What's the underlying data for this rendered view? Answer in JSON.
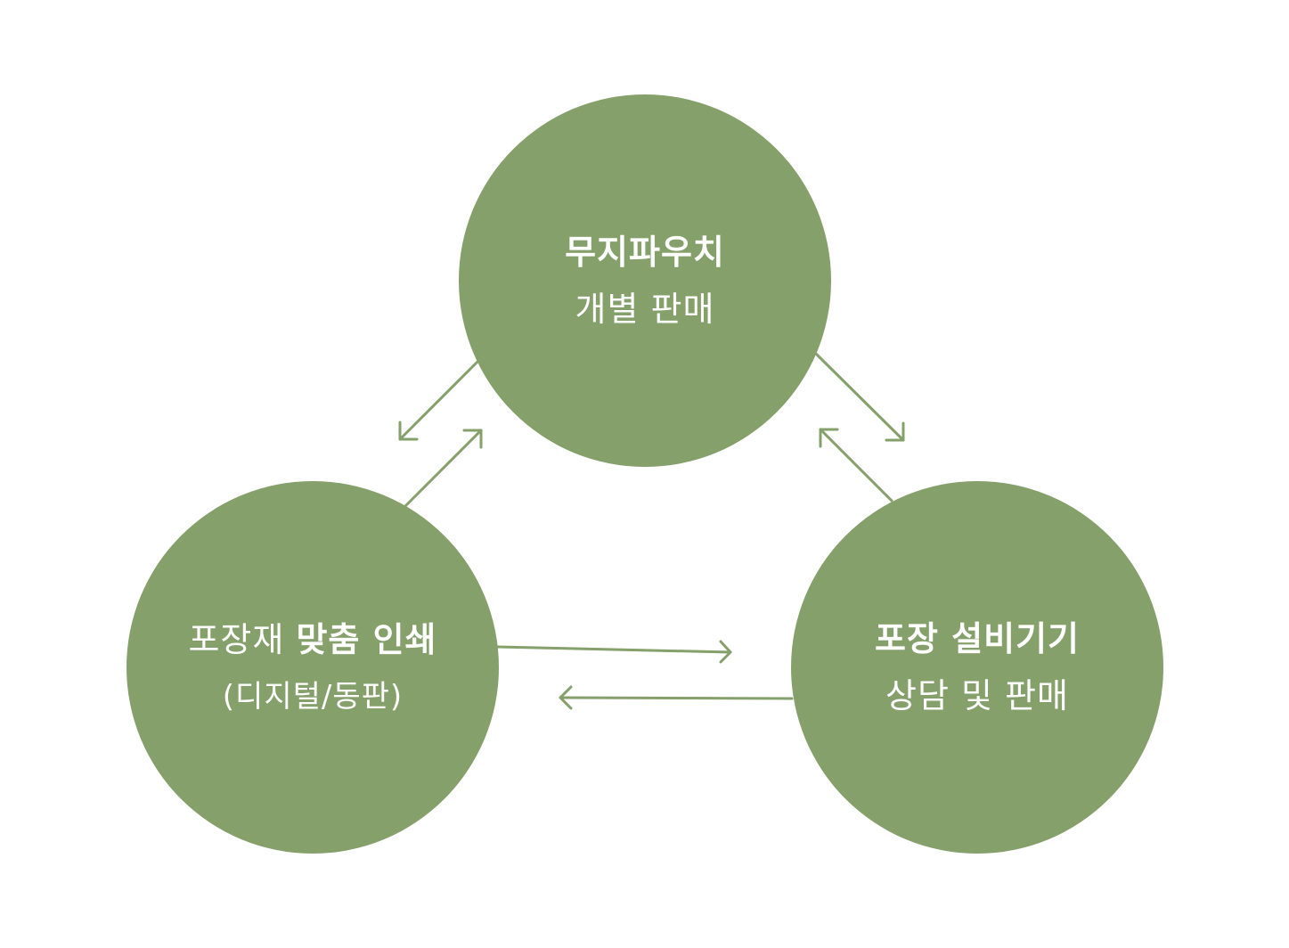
{
  "colors": {
    "node_fill": "#85a06b",
    "arrow_stroke": "#85a06b",
    "text": "#ffffff"
  },
  "nodes": {
    "top": {
      "line1": "무지파우치",
      "line2": "개별 판매"
    },
    "left": {
      "line1_light": "포장재 ",
      "line1_bold": "맞춤 인쇄",
      "line2": "(디지털/동판)"
    },
    "right": {
      "line1": "포장 설비기기",
      "line2": "상담 및 판매"
    }
  }
}
